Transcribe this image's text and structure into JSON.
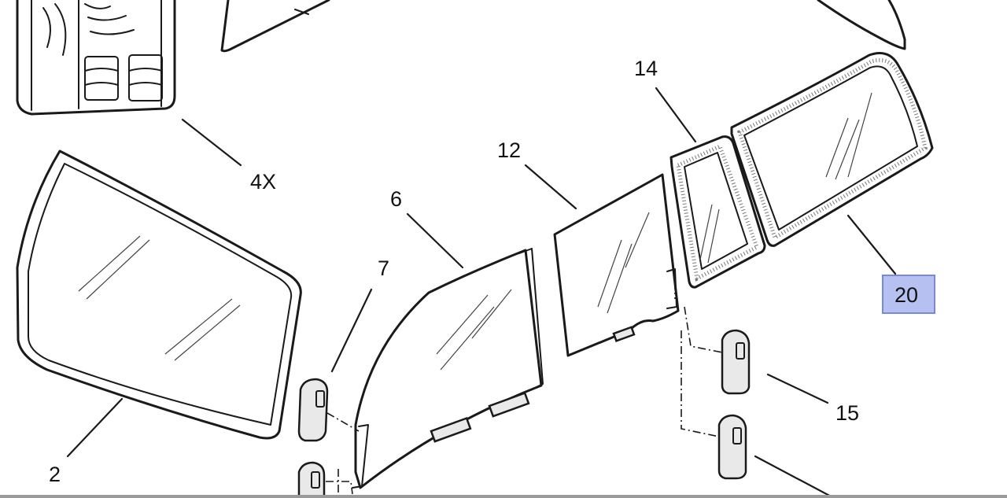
{
  "callouts": {
    "c4x": "4X",
    "c2": "2",
    "c6": "6",
    "c7": "7",
    "c12": "12",
    "c14": "14",
    "c20": "20",
    "c15": "15"
  },
  "colors": {
    "line": "#1a1a1a",
    "highlight_fill": "#b6c1f2",
    "highlight_border": "#7a86e0"
  }
}
